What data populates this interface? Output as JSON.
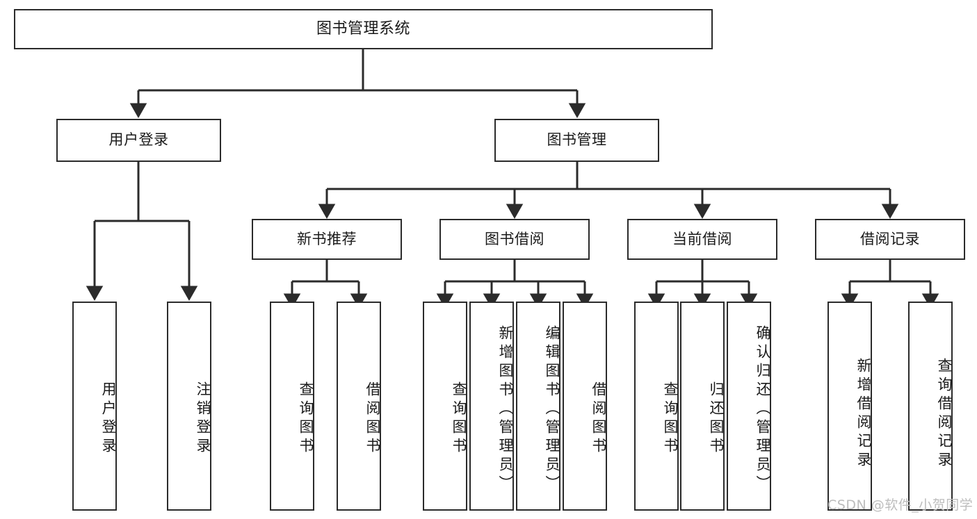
{
  "diagram": {
    "title": "图书管理系统",
    "type": "tree-hierarchy",
    "watermark": "CSDN @软件_小贺同学",
    "colors": {
      "stroke": "#2b2b2b",
      "fill": "#ffffff",
      "text": "#1a1a1a",
      "watermark": "#bdbdbd"
    },
    "levels": {
      "root": {
        "label": "图书管理系统"
      },
      "level2": [
        {
          "label": "用户登录"
        },
        {
          "label": "图书管理"
        }
      ],
      "level3": [
        {
          "label": "新书推荐"
        },
        {
          "label": "图书借阅"
        },
        {
          "label": "当前借阅"
        },
        {
          "label": "借阅记录"
        }
      ],
      "leaves": [
        {
          "label": "用户登录",
          "parent": "用户登录"
        },
        {
          "label": "注销登录",
          "parent": "用户登录"
        },
        {
          "label": "查询图书",
          "parent": "新书推荐"
        },
        {
          "label": "借阅图书",
          "parent": "新书推荐"
        },
        {
          "label": "查询图书",
          "parent": "图书借阅"
        },
        {
          "label": "新增图书（管理员）",
          "parent": "图书借阅"
        },
        {
          "label": "编辑图书（管理员）",
          "parent": "图书借阅"
        },
        {
          "label": "借阅图书",
          "parent": "图书借阅"
        },
        {
          "label": "查询图书",
          "parent": "当前借阅"
        },
        {
          "label": "归还图书",
          "parent": "当前借阅"
        },
        {
          "label": "确认归还（管理员）",
          "parent": "当前借阅"
        },
        {
          "label": "新增借阅记录",
          "parent": "借阅记录"
        },
        {
          "label": "查询借阅记录",
          "parent": "借阅记录"
        }
      ]
    }
  }
}
